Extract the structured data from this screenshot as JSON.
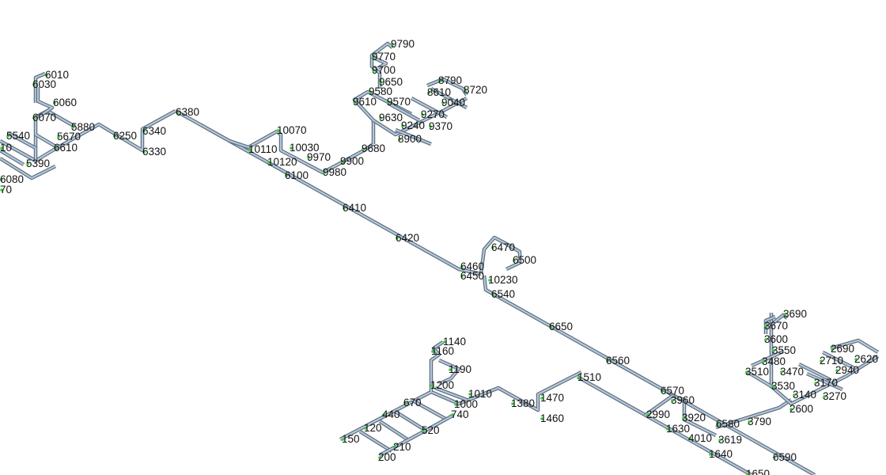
{
  "diagram": {
    "type": "piping-isometric",
    "colors": {
      "pipe_fill": "#b4c8da",
      "pipe_edge": "#5a6b7c",
      "node_mark": "#2fd12f",
      "label": "#111111"
    },
    "labels": [
      "6010",
      "6030",
      "6060",
      "6070",
      "5880",
      "5540",
      "5670",
      "6610",
      "5390",
      "6080",
      "70",
      "10",
      "6250",
      "6340",
      "6330",
      "6380",
      "10070",
      "10110",
      "10030",
      "10120",
      "9970",
      "6100",
      "9900",
      "9980",
      "9680",
      "9790",
      "9770",
      "9700",
      "9650",
      "9580",
      "9610",
      "9570",
      "9630",
      "9240",
      "9370",
      "8900",
      "9270",
      "9040",
      "8790",
      "8610",
      "8720",
      "6410",
      "6420",
      "6470",
      "6460",
      "6500",
      "6450",
      "10230",
      "6540",
      "6650",
      "6560",
      "1140",
      "1160",
      "1190",
      "1200",
      "1010",
      "1000",
      "740",
      "670",
      "440",
      "120",
      "520",
      "150",
      "210",
      "200",
      "1380",
      "1470",
      "1460",
      "1510",
      "6570",
      "3960",
      "2990",
      "3920",
      "1630",
      "6580",
      "3790",
      "4010",
      "3619",
      "1640",
      "1650",
      "6590",
      "3690",
      "3670",
      "3600",
      "3550",
      "3480",
      "3510",
      "3470",
      "3530",
      "3140",
      "3270",
      "2600",
      "3170",
      "2940",
      "2710",
      "2690",
      "2620"
    ]
  }
}
